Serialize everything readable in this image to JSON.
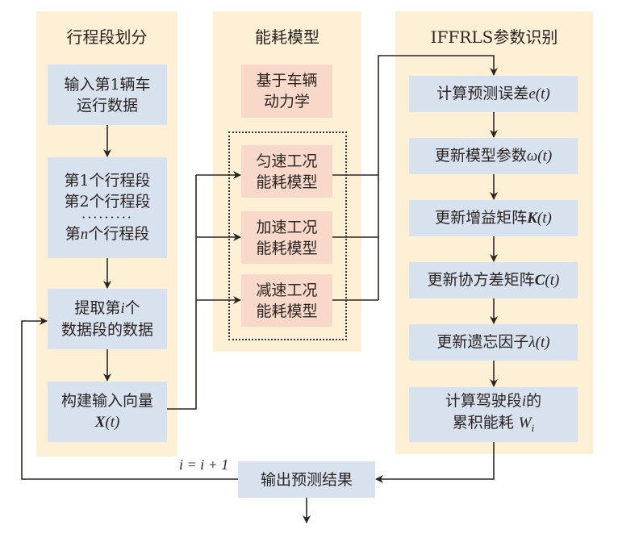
{
  "diagram": {
    "panels": {
      "segmentation": {
        "title": "行程段划分",
        "boxes": {
          "input": {
            "line1": "输入第1辆车",
            "line2": "运行数据"
          },
          "segments": {
            "line1": "第1个行程段",
            "line2": "第2个行程段",
            "ellipsis": "·········",
            "line3_prefix": "第",
            "line3_var": "n",
            "line3_suffix": "个行程段"
          },
          "extract": {
            "line1_prefix": "提取第",
            "line1_var": "i",
            "line1_suffix": "个",
            "line2": "数据段的数据"
          },
          "build": {
            "line1": "构建输入向量",
            "line2_var": "X",
            "line2_arg": "(t)"
          }
        }
      },
      "energy_model": {
        "title": "能耗模型",
        "basis": {
          "line1": "基于车辆",
          "line2": "动力学"
        },
        "models": [
          {
            "line1": "匀速工况",
            "line2": "能耗模型"
          },
          {
            "line1": "加速工况",
            "line2": "能耗模型"
          },
          {
            "line1": "减速工况",
            "line2": "能耗模型"
          }
        ]
      },
      "iffrls": {
        "title": "IFFRLS参数识别",
        "steps": [
          {
            "text": "计算预测误差",
            "var": "e",
            "arg": "(t)",
            "bold": false
          },
          {
            "text": "更新模型参数",
            "var": "ω",
            "arg": "(t)",
            "bold": false
          },
          {
            "text": "更新增益矩阵",
            "var": "K",
            "arg": "(t)",
            "bold": true
          },
          {
            "text": "更新协方差矩阵",
            "var": "C",
            "arg": "(t)",
            "bold": true
          },
          {
            "text": "更新遗忘因子",
            "var": "λ",
            "arg": "(t)",
            "bold": false
          }
        ],
        "final": {
          "line1_prefix": "计算驾驶段",
          "line1_var": "i",
          "line1_suffix": "的",
          "line2_prefix": "累积能耗",
          "line2_var": "W",
          "line2_sub": "i"
        }
      }
    },
    "output": {
      "label": "输出预测结果"
    },
    "loop_label": "i = i + 1",
    "colors": {
      "panel_bg": "#fdf0d5",
      "process_box": "#d8e1ee",
      "model_box": "#f8d9c9",
      "line": "#2b2522"
    }
  }
}
